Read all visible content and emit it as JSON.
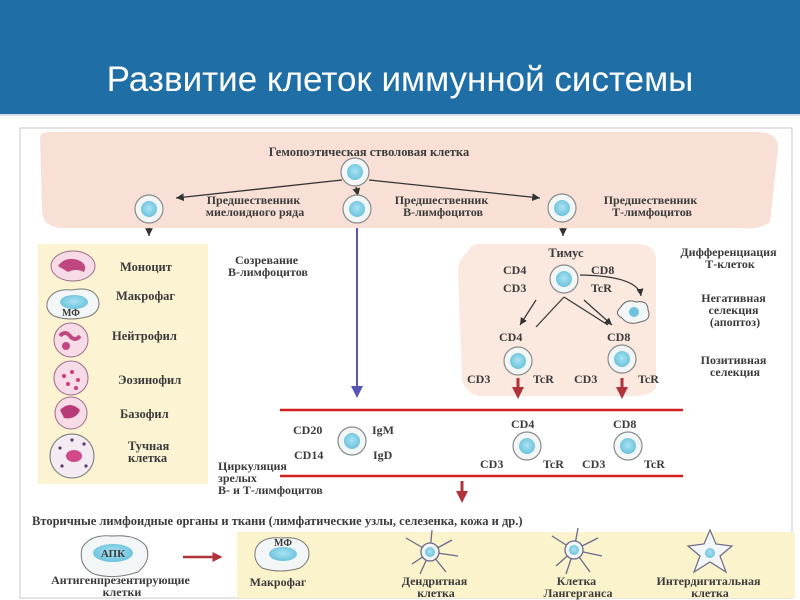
{
  "header": {
    "title": "Развитие клеток иммунной системы"
  },
  "diagram": {
    "stem_cell": "Гемопоэтическая стволовая клетка",
    "myeloid_precursor": [
      "Предшественник",
      "миелоидного ряда"
    ],
    "b_precursor": [
      "Предшественник",
      "В-лимфоцитов"
    ],
    "t_precursor": [
      "Предшественник",
      "Т-лимфоцитов"
    ],
    "myeloid_cells": {
      "monocyte": "Моноцит",
      "macrophage": "Макрофаг",
      "macrophage_badge": "МФ",
      "neutrophil": "Нейтрофил",
      "eosinophil": "Эозинофил",
      "basophil": "Базофил",
      "mast_cell": [
        "Тучная",
        "клетка"
      ]
    },
    "b_maturation": [
      "Созревание",
      "В-лимфоцитов"
    ],
    "thymus": {
      "title": "Тимус",
      "diff_title": [
        "Дифференциация",
        "Т-клеток"
      ],
      "cd4": "CD4",
      "cd8": "CD8",
      "cd3": "CD3",
      "tcr": "TcR",
      "negative": [
        "Негативная",
        "селекция",
        "(апоптоз)"
      ],
      "positive": [
        "Позитивная",
        "селекция"
      ]
    },
    "circulation": {
      "cd20": "CD20",
      "igm": "IgM",
      "cd14": "CD14",
      "igd": "IgD",
      "caption": [
        "Циркуляция",
        "зрелых",
        "В- и Т-лимфоцитов"
      ],
      "cd4": "CD4",
      "cd8": "CD8",
      "cd3": "CD3",
      "tcr": "TcR"
    },
    "secondary_organs": "Вторичные лимфоидные органы и ткани (лимфатические узлы, селезенка, кожа и др.)",
    "apc": {
      "badge": "АПК",
      "label": [
        "Антигенпрезентирующие",
        "клетки"
      ]
    },
    "bottom": {
      "macrophage": "Макрофаг",
      "macrophage_badge": "МФ",
      "dendritic": [
        "Дендритная",
        "клетка"
      ],
      "langerhans": [
        "Клетка",
        "Лангерганса"
      ],
      "interdigital": [
        "Интердигитальная",
        "клетка"
      ]
    }
  },
  "colors": {
    "header_bg": "#1f6ea6",
    "top_band": "#f8e0d6",
    "myeloid_box": "#fbf3d2",
    "thymus_box": "#fbe9e0",
    "bottom_box": "#faf3cc",
    "circulation_line": "#d02020",
    "b_arrow": "#5855b8",
    "t_arrow": "#b0333a",
    "cell_fill": "#8fd3e6"
  }
}
